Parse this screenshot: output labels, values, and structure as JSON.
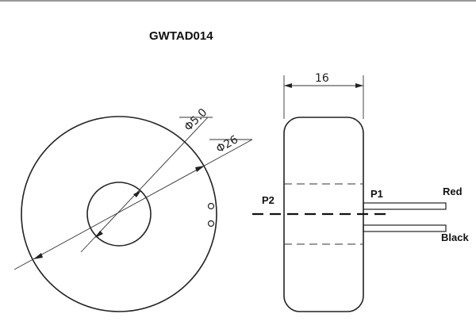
{
  "title": "GWTAD014",
  "dimensions": {
    "inner_diameter": "Φ5.0",
    "outer_diameter": "Φ26",
    "thickness": "16"
  },
  "pins": {
    "p1": "P1",
    "p2": "P2"
  },
  "wires": {
    "red": "Red",
    "black": "Black"
  }
}
